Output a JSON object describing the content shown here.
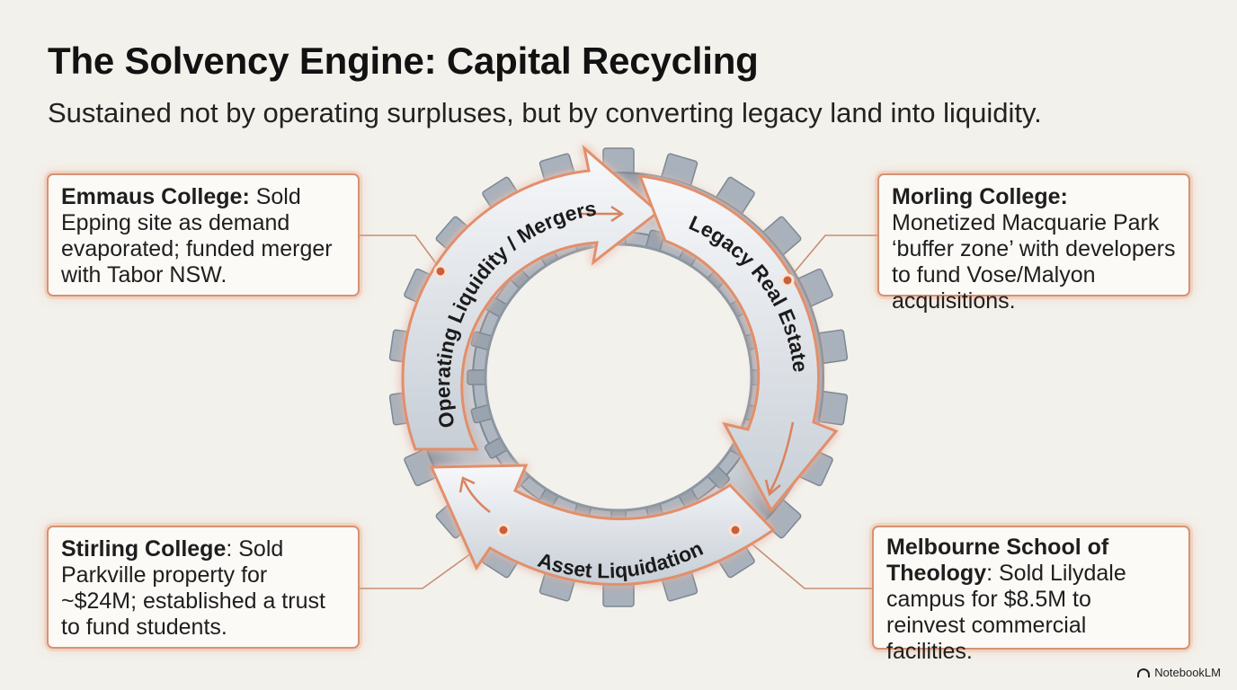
{
  "header": {
    "title": "The Solvency Engine: Capital Recycling",
    "subtitle": "Sustained not by operating surpluses, but by converting legacy land into liquidity."
  },
  "cycle": {
    "stages": [
      {
        "label": "Operating Liquidity / Mergers"
      },
      {
        "label": "Legacy Real Estate"
      },
      {
        "label": "Asset Liquidation"
      }
    ]
  },
  "cards": {
    "emmaus": {
      "name": "Emmaus College:",
      "text": " Sold Epping site as demand evaporated; funded merger with Tabor NSW."
    },
    "morling": {
      "name": "Morling College:",
      "text": " Monetized Macquarie Park ‘buffer zone’ with developers to fund Vose/Malyon acquisitions."
    },
    "stirling": {
      "name": "Stirling College",
      "text": ": Sold Parkville property for ~$24M; established a trust to fund students."
    },
    "mst": {
      "name": "Melbourne School of Theology",
      "text": ": Sold Lilydale campus for $8.5M to reinvest commercial facilities."
    }
  },
  "branding": {
    "label": "NotebookLM"
  },
  "colors": {
    "accent": "#d79272",
    "connector": "#c98e73",
    "dot": "#c9603a",
    "gear": "#8f9aa6"
  }
}
